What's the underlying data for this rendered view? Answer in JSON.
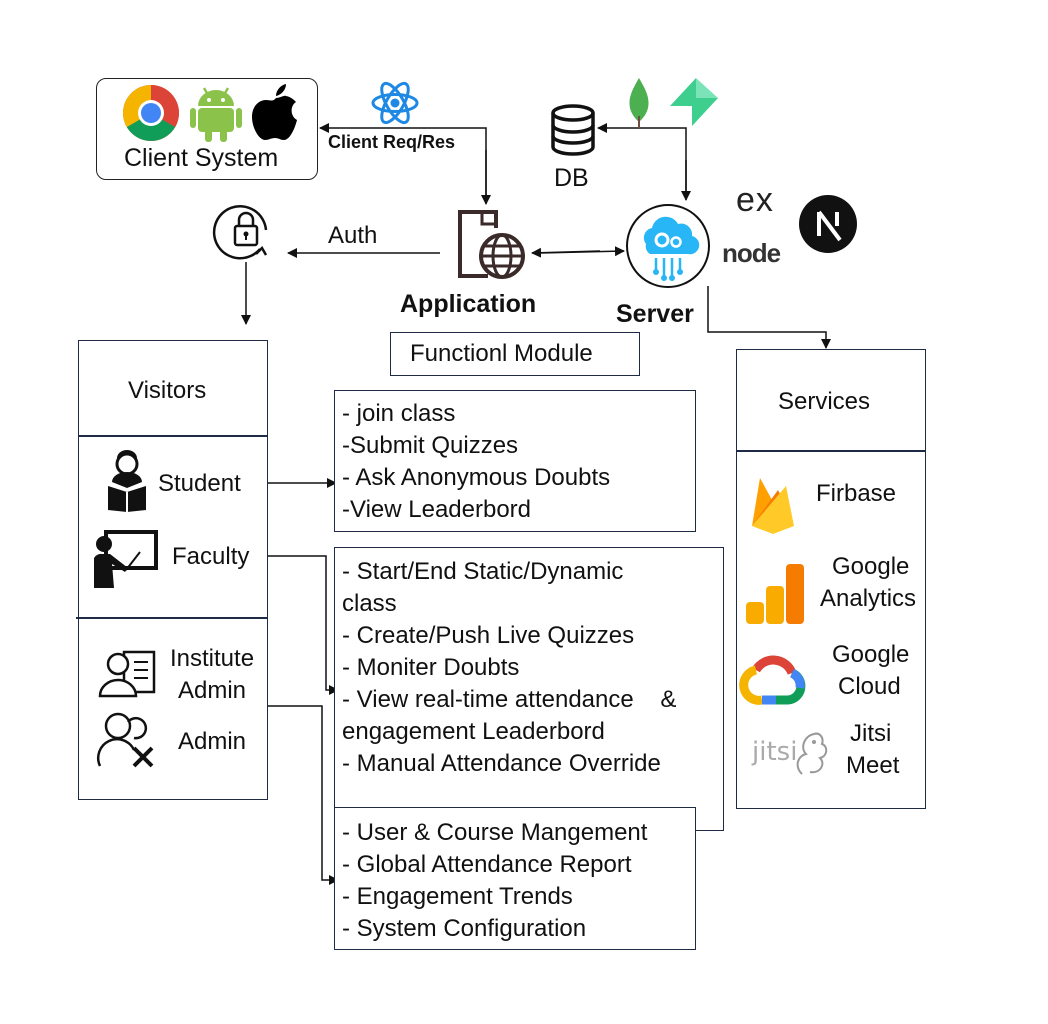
{
  "client": {
    "label": "Client System",
    "icons": [
      "chrome-icon",
      "android-icon",
      "apple-icon"
    ]
  },
  "edges": {
    "client_req_res": "Client Req/Res",
    "auth": "Auth"
  },
  "db": {
    "label": "DB",
    "icons": [
      "database-icon",
      "mongodb-icon",
      "supabase-icon"
    ]
  },
  "application": {
    "label": "Application"
  },
  "server": {
    "label": "Server",
    "tech_icons": [
      "express-icon",
      "node-icon",
      "nextjs-icon"
    ],
    "tech_text": {
      "express": "ex",
      "node": "node"
    }
  },
  "functional_module": {
    "label": "Functionl Module"
  },
  "visitors": {
    "title": "Visitors",
    "student": "Student",
    "faculty": "Faculty",
    "institute_admin": [
      "Institute",
      "Admin"
    ],
    "admin": "Admin"
  },
  "student_features": [
    "- join class",
    "-Submit Quizzes",
    "- Ask Anonymous Doubts",
    "-View Leaderbord"
  ],
  "faculty_features": [
    "- Start/End Static/Dynamic",
    "class",
    "- Create/Push Live Quizzes",
    "- Moniter Doubts",
    "- View real-time attendance    &",
    "engagement Leaderbord",
    "- Manual Attendance Override"
  ],
  "admin_features": [
    "- User & Course Mangement",
    "- Global Attendance Report",
    "- Engagement Trends",
    "- System Configuration"
  ],
  "services": {
    "title": "Services",
    "items": [
      {
        "name": [
          "Firbase"
        ],
        "icon": "firebase-icon"
      },
      {
        "name": [
          "Google",
          "Analytics"
        ],
        "icon": "google-analytics-icon"
      },
      {
        "name": [
          "Google",
          "Cloud"
        ],
        "icon": "google-cloud-icon"
      },
      {
        "name": [
          "Jitsi",
          "Meet"
        ],
        "icon": "jitsi-icon",
        "logo_text": "jitsi"
      }
    ]
  },
  "colors": {
    "outline": "#1f2a44",
    "react": "#1e88e5",
    "mongo": "#4caf50",
    "supabase": "#3ecf8e",
    "server_cloud": "#29b6f6",
    "firebase": "#ffa000",
    "analytics": "#f9ab00",
    "chrome_red": "#db4437",
    "chrome_yellow": "#f4b400",
    "chrome_green": "#0f9d58",
    "chrome_blue": "#4285f4",
    "android": "#8bc34a"
  }
}
